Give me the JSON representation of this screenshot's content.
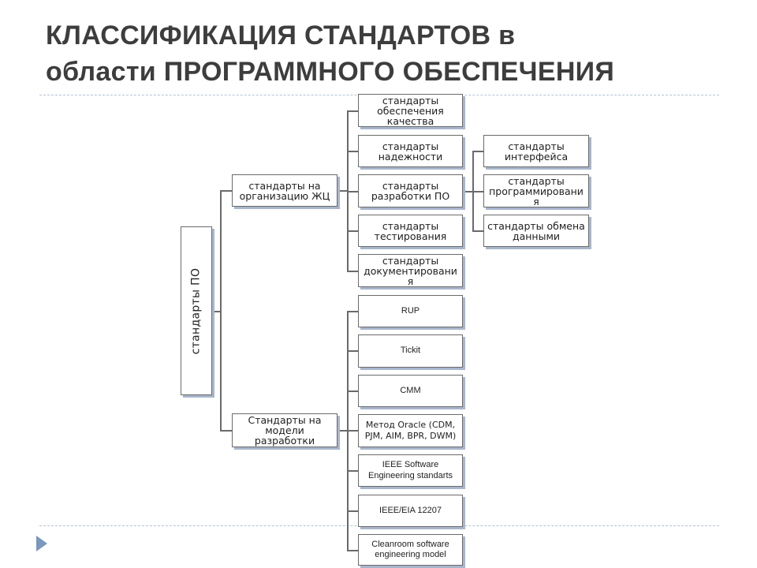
{
  "slide": {
    "title_line1": "КЛАССИФИКАЦИЯ СТАНДАРТОВ в",
    "title_line2": "области ПРОГРАММНОГО ОБЕСПЕЧЕНИЯ"
  },
  "diagram": {
    "root": "стандарты ПО",
    "branch_lifecycle": "стандарты на организацию ЖЦ",
    "branch_models": "Стандарты на модели разработки",
    "lifecycle_items": [
      "стандарты обеспечения качества",
      "стандарты надежности",
      "стандарты разработки ПО",
      "стандарты тестирования",
      "стандарты документировани я"
    ],
    "development_items": [
      "стандарты интерфейса",
      "стандарты программировани я",
      "стандарты обмена данными"
    ],
    "model_items": [
      "RUP",
      "Tickit",
      "CMM",
      "Метод Oracle (CDM, PJM, AIM, BPR, DWM)",
      "IEEE Software Engineering standarts",
      "IEEE/EIA 12207",
      "Cleanroom software engineering model"
    ],
    "colors": {
      "line": "#6a6a6a",
      "shadow": "#a9b6cc",
      "title": "#3d3d3d",
      "accent": "#7b98bd"
    }
  }
}
